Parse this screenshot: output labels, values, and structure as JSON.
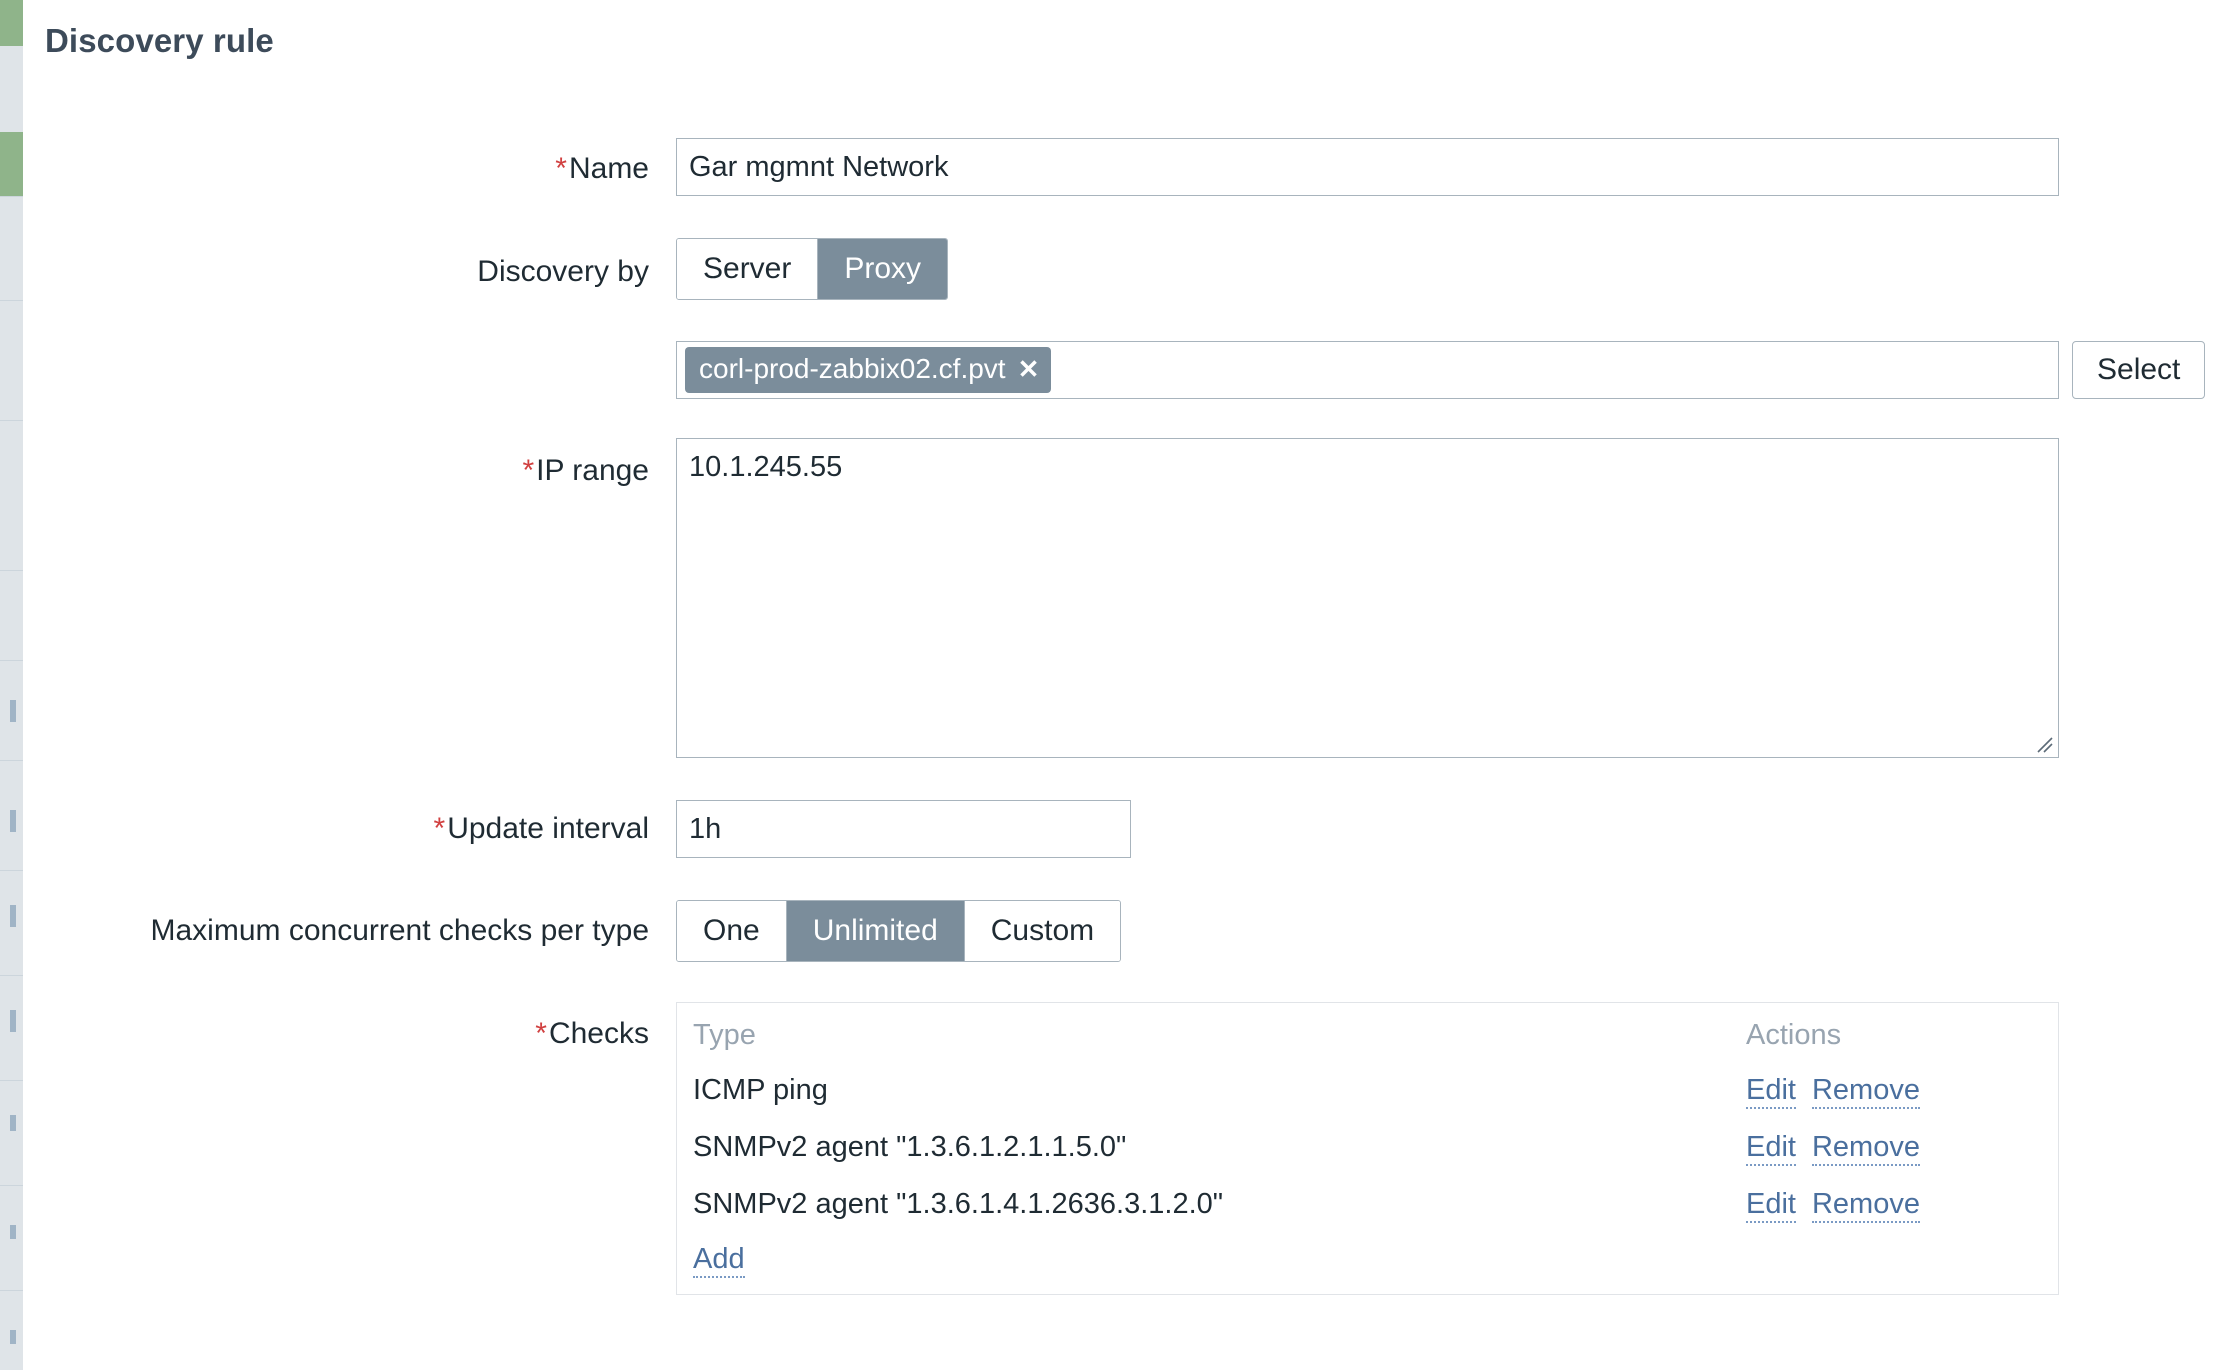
{
  "dialog": {
    "title": "Discovery rule"
  },
  "form": {
    "name": {
      "label": "Name",
      "required": true,
      "value": "Gar mgmnt Network",
      "placeholder": ""
    },
    "discovery_by": {
      "label": "Discovery by",
      "required": false,
      "options": [
        "Server",
        "Proxy"
      ],
      "selected": "Proxy"
    },
    "proxy": {
      "label": "",
      "chips": [
        "corl-prod-zabbix02.cf.pvt"
      ],
      "remove_icon": "✕",
      "select_button": "Select"
    },
    "ip_range": {
      "label": "IP range",
      "required": true,
      "value": "10.1.245.55",
      "placeholder": ""
    },
    "update_interval": {
      "label": "Update interval",
      "required": true,
      "value": "1h",
      "placeholder": ""
    },
    "max_concurrent": {
      "label": "Maximum concurrent checks per type",
      "required": false,
      "options": [
        "One",
        "Unlimited",
        "Custom"
      ],
      "selected": "Unlimited"
    },
    "checks": {
      "label": "Checks",
      "required": true,
      "columns": [
        "Type",
        "Actions"
      ],
      "rows": [
        {
          "type": "ICMP ping",
          "edit": "Edit",
          "remove": "Remove"
        },
        {
          "type": "SNMPv2 agent \"1.3.6.1.2.1.1.5.0\"",
          "edit": "Edit",
          "remove": "Remove"
        },
        {
          "type": "SNMPv2 agent \"1.3.6.1.4.1.2636.3.1.2.0\"",
          "edit": "Edit",
          "remove": "Remove"
        }
      ],
      "add_label": "Add"
    }
  },
  "colors": {
    "title": "#3d4b5a",
    "required_asterisk": "#d14040",
    "segment_active_bg": "#7b8d9b",
    "chip_bg": "#7b8d9b",
    "link": "#4a6f9e",
    "input_border": "#a8b4bd",
    "table_border": "#e1e4e8",
    "column_header": "#98a4b0"
  }
}
